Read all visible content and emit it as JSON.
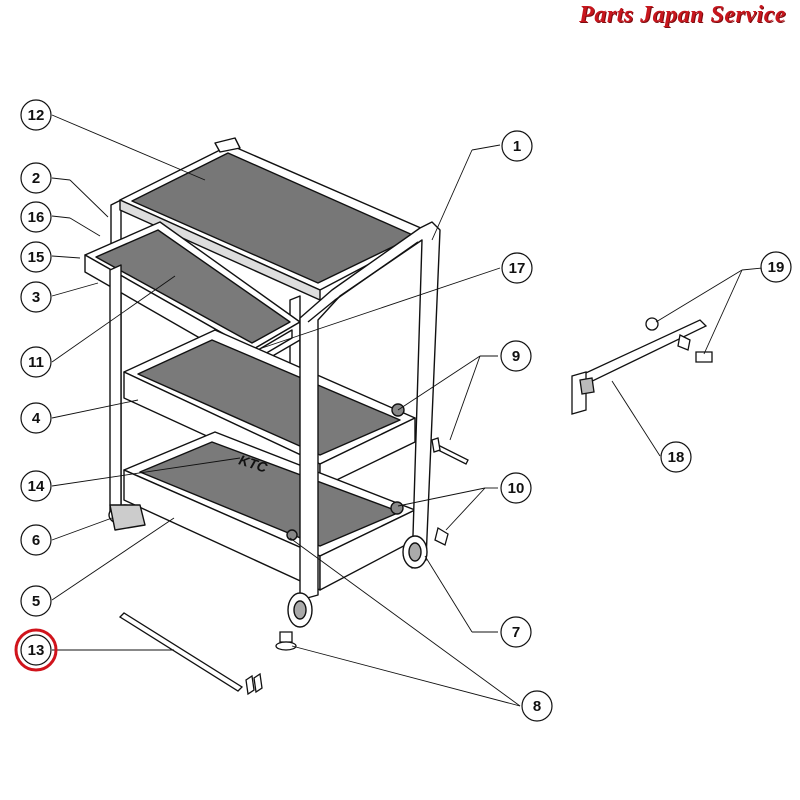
{
  "brand": {
    "text": "Parts Japan Service",
    "color": "#c8161d"
  },
  "cart_logo": "KTC",
  "highlight": {
    "part": "13",
    "color": "#d0141c"
  },
  "callouts": [
    "1",
    "2",
    "3",
    "4",
    "5",
    "6",
    "7",
    "8",
    "9",
    "10",
    "11",
    "12",
    "13",
    "14",
    "15",
    "16",
    "17",
    "18",
    "19"
  ]
}
